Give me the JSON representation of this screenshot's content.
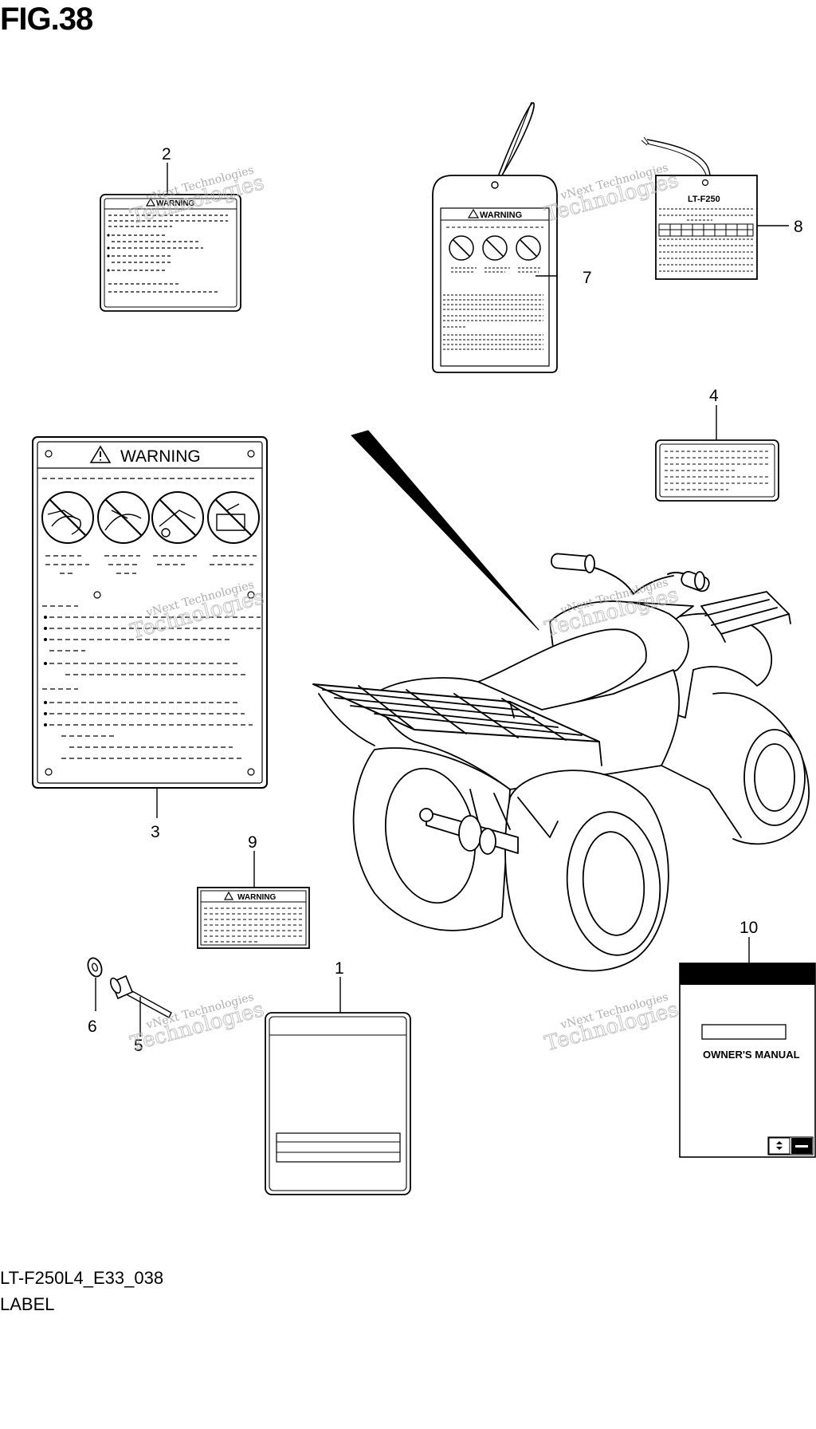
{
  "figure": {
    "title": "FIG.38",
    "code": "LT-F250L4_E33_038",
    "subtitle": "LABEL"
  },
  "callouts": [
    {
      "number": "1"
    },
    {
      "number": "2"
    },
    {
      "number": "3"
    },
    {
      "number": "4"
    },
    {
      "number": "5"
    },
    {
      "number": "6"
    },
    {
      "number": "7"
    },
    {
      "number": "8"
    },
    {
      "number": "9"
    },
    {
      "number": "10"
    }
  ],
  "labels": {
    "warning_word": "WARNING",
    "hang_tag_model": "LT-F250",
    "manual_title": "OWNER'S MANUAL"
  },
  "watermark": {
    "line1": "vNext Technologies",
    "line2": "Technologies"
  },
  "colors": {
    "ink": "#000000",
    "watermark": "#9a9a9a"
  }
}
